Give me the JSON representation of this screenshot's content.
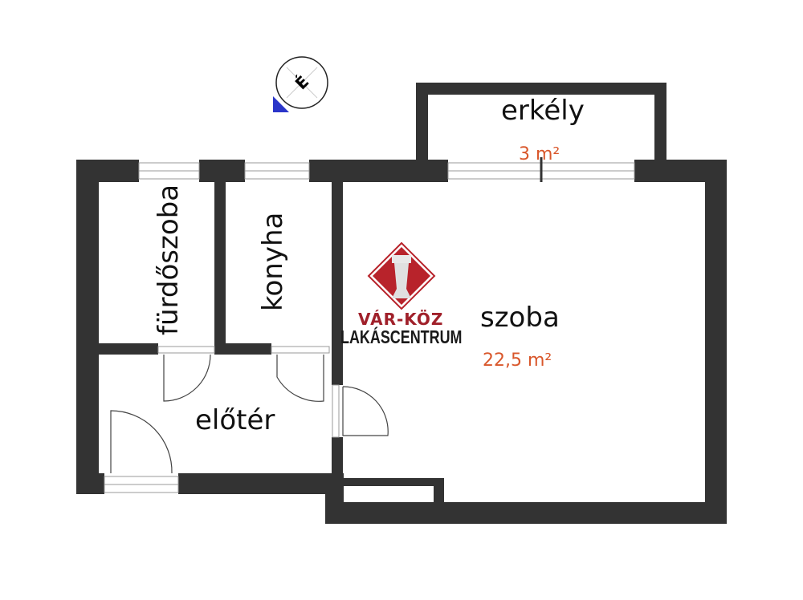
{
  "rooms": {
    "balcony": {
      "name": "erkély",
      "area": "3 m²"
    },
    "bathroom": {
      "name": "fürdőszoba"
    },
    "kitchen": {
      "name": "konyha"
    },
    "room": {
      "name": "szoba",
      "area": "22,5 m²"
    },
    "hallway": {
      "name": "előtér"
    }
  },
  "compass": {
    "letter": "É"
  },
  "logo": {
    "line1": "VÁR-KÖZ",
    "line2": "LAKÁSCENTRUM"
  },
  "colors": {
    "wall": "#333333",
    "area_text": "#d9572b",
    "logo_red": "#b8232b",
    "compass_marker": "#2a35c9"
  }
}
